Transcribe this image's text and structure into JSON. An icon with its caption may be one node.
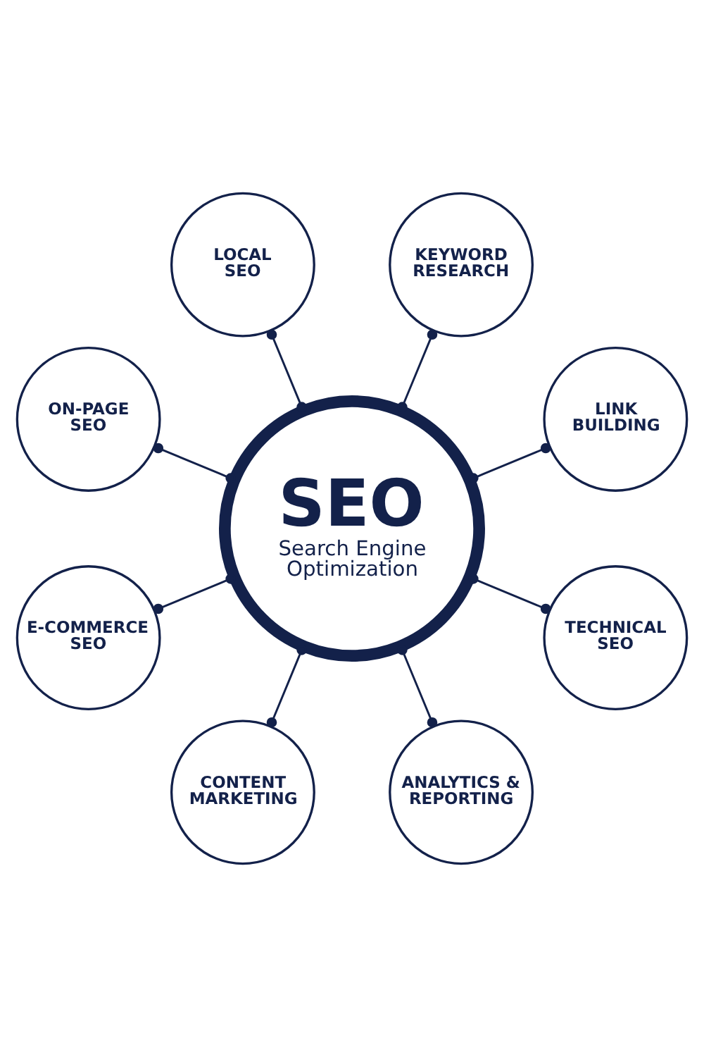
{
  "diagram": {
    "nodes": [
      {
        "text": [
          "KEYWORD RESEARCH"
        ]
      },
      {
        "text": [
          "LOCAL SEO"
        ]
      },
      {
        "text": [
          "LINK BUILDING"
        ]
      },
      {
        "text": [
          "ON-PAGE SEO"
        ]
      },
      {
        "text": [
          "SEO",
          "Search Engine Optimization"
        ]
      },
      {
        "text": [
          "TECHNICAL SEO"
        ]
      },
      {
        "text": [
          "E-COMMERCE SEO"
        ]
      },
      {
        "text": [
          "ANALYTICS & REPORTING"
        ]
      },
      {
        "text": [
          "CONTENT MARKETING"
        ]
      }
    ],
    "edges": [
      {
        "from": 4,
        "to": 0,
        "arrow": "other"
      },
      {
        "from": 4,
        "to": 2,
        "arrow": "other"
      },
      {
        "from": 4,
        "to": 5,
        "arrow": "other"
      },
      {
        "from": 4,
        "to": 7,
        "arrow": "other"
      },
      {
        "from": 4,
        "to": 8,
        "arrow": "other"
      },
      {
        "from": 4,
        "to": 6,
        "arrow": "other"
      },
      {
        "from": 4,
        "to": 3,
        "arrow": "other"
      },
      {
        "from": 4,
        "to": 1,
        "arrow": "other"
      }
    ]
  }
}
